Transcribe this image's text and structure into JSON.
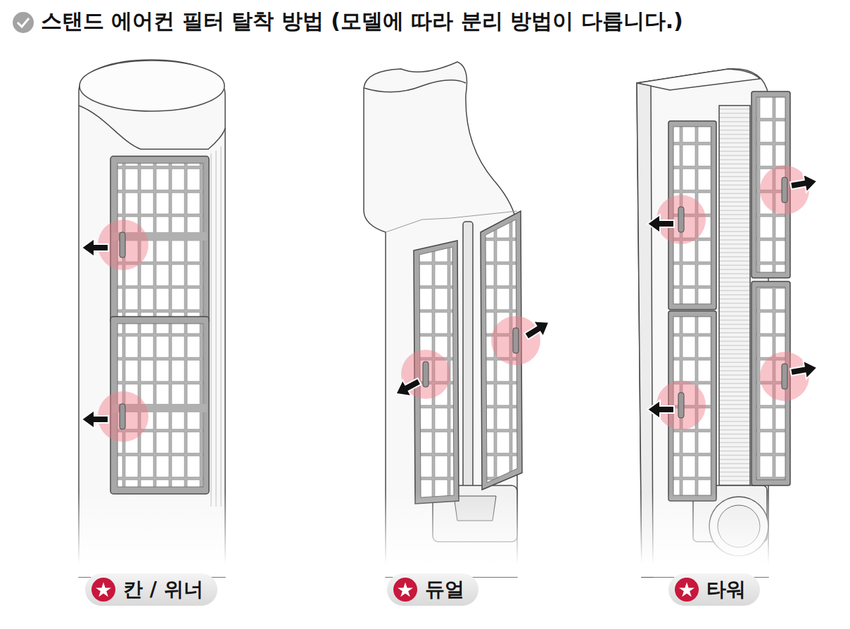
{
  "diagram": {
    "title": "스탠드 에어컨 필터 탈착 방법 (모델에 따라 분리 방법이 다릅니다.)",
    "nodes": [
      {
        "text": [
          "칸 / 위너"
        ]
      },
      {
        "text": [
          "듀얼"
        ]
      },
      {
        "text": [
          "타워"
        ]
      }
    ]
  }
}
